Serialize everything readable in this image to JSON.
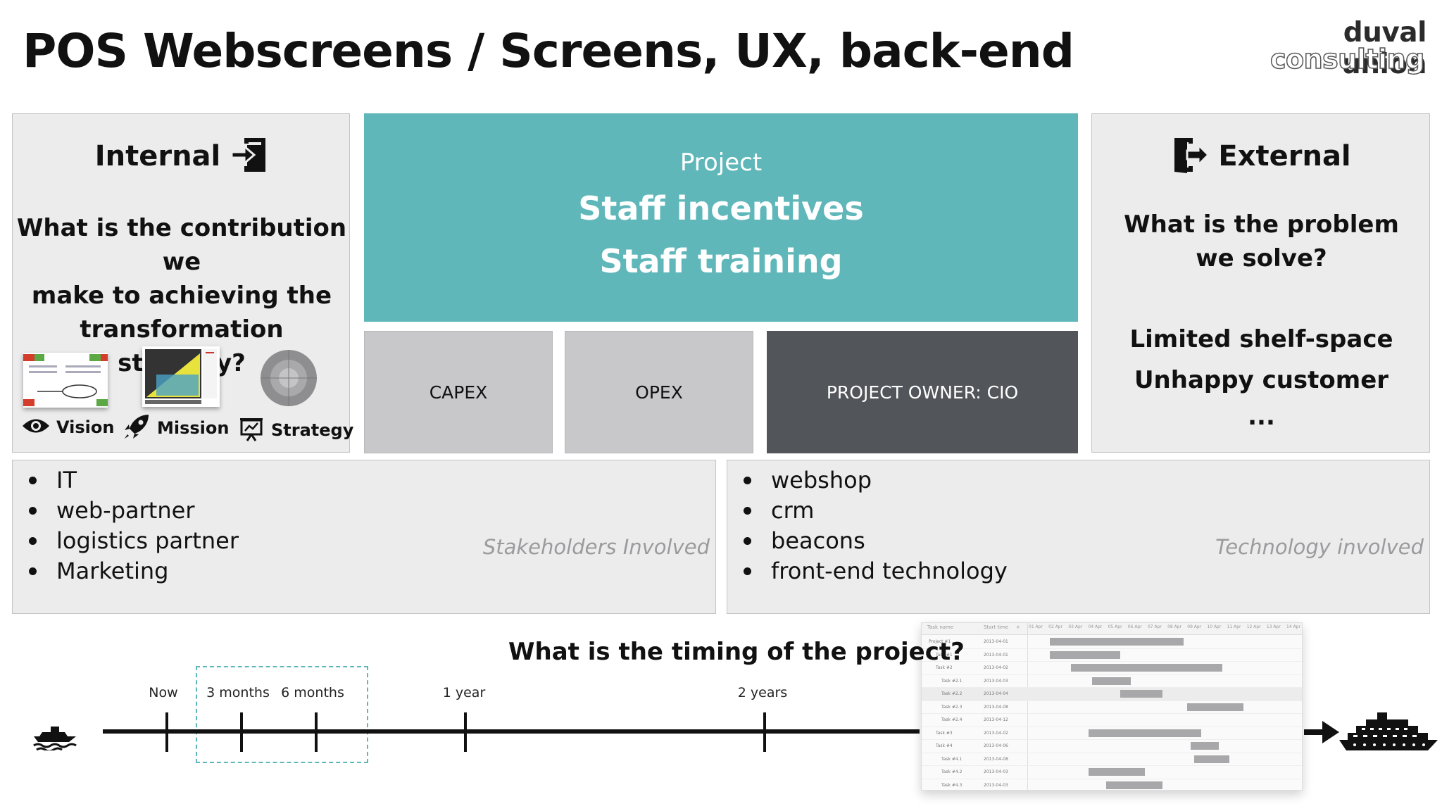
{
  "title": "POS Webscreens / Screens, UX, back-end",
  "logo": {
    "line1": "duval union",
    "line2": "consulting"
  },
  "internal": {
    "heading": "Internal",
    "icon": "sign-in-icon",
    "question_lines": [
      "What is the contribution we",
      "make to achieving the",
      "transformation strategy?"
    ],
    "links": [
      {
        "label": "Vision",
        "icon": "eye-icon"
      },
      {
        "label": "Mission",
        "icon": "rocket-icon"
      },
      {
        "label": "Strategy",
        "icon": "presentation-icon"
      }
    ]
  },
  "project": {
    "label": "Project",
    "line1": "Staff incentives",
    "line2": "Staff training",
    "color": "#5fb7ba"
  },
  "capex": "CAPEX",
  "opex": "OPEX",
  "owner": "PROJECT OWNER: CIO",
  "external": {
    "heading": "External",
    "icon": "sign-out-icon",
    "question_lines": [
      "What is the problem",
      "we solve?"
    ],
    "problems": [
      "Limited shelf-space",
      "Unhappy customer",
      "..."
    ]
  },
  "stakeholders": {
    "items": [
      "IT",
      "web-partner",
      "logistics partner",
      "Marketing"
    ],
    "label": "Stakeholders Involved"
  },
  "technology": {
    "items": [
      "webshop",
      "crm",
      "beacons",
      "front-end technology"
    ],
    "label": "Technology involved"
  },
  "timeline": {
    "question": "What is the timing of the project?",
    "ticks": [
      "Now",
      "3 months",
      "6 months",
      "1 year",
      "2 years"
    ],
    "start_icon": "small-boat-icon",
    "end_icon": "cruise-ship-icon",
    "arrow_icon": "arrow-right-icon"
  },
  "gantt": {
    "columns": [
      "Task name",
      "Start time",
      "+"
    ],
    "dates": [
      "01 Apr",
      "02 Apr",
      "03 Apr",
      "04 Apr",
      "05 Apr",
      "06 Apr",
      "07 Apr",
      "08 Apr",
      "09 Apr",
      "10 Apr",
      "11 Apr",
      "12 Apr",
      "13 Apr",
      "14 Apr"
    ],
    "rows": [
      {
        "name": "Project #1",
        "start": "2013-04-01"
      },
      {
        "name": "Task #1",
        "start": "2013-04-01"
      },
      {
        "name": "Task #2",
        "start": "2013-04-02"
      },
      {
        "name": "Task #2.1",
        "start": "2013-04-03"
      },
      {
        "name": "Task #2.2",
        "start": "2013-04-04"
      },
      {
        "name": "Task #2.3",
        "start": "2013-04-08"
      },
      {
        "name": "Task #2.4",
        "start": "2013-04-12"
      },
      {
        "name": "Task #3",
        "start": "2013-04-02"
      },
      {
        "name": "Task #4",
        "start": "2013-04-06"
      },
      {
        "name": "Task #4.1",
        "start": "2013-04-08"
      },
      {
        "name": "Task #4.2",
        "start": "2013-04-03"
      },
      {
        "name": "Task #4.3",
        "start": "2013-04-03"
      }
    ]
  }
}
